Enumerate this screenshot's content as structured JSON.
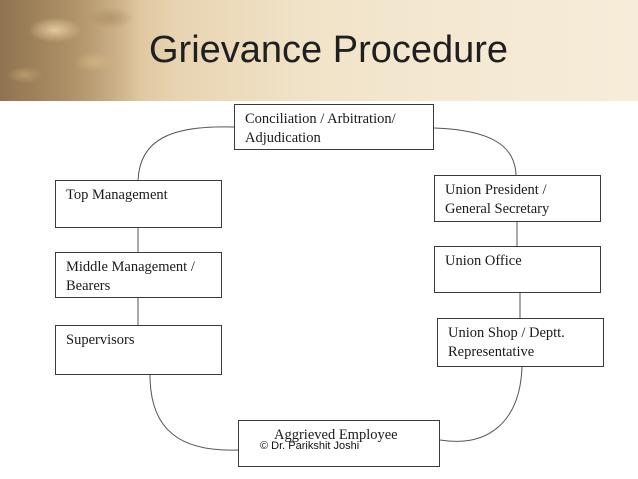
{
  "slide": {
    "title": "Grievance Procedure",
    "copyright": "© Dr. Parikshit Joshi"
  },
  "diagram": {
    "boxes": {
      "conciliation": [
        "Conciliation / Arbitration/",
        "Adjudication"
      ],
      "top_management": [
        "Top Management"
      ],
      "middle_management": [
        "Middle Management /",
        "Bearers"
      ],
      "supervisors": [
        "Supervisors"
      ],
      "union_president": [
        "Union President /",
        "General Secretary"
      ],
      "union_office": [
        "Union Office"
      ],
      "union_shop": [
        "Union Shop / Deptt.",
        "Representative"
      ],
      "aggrieved_employee": [
        "Aggrieved Employee"
      ]
    }
  }
}
